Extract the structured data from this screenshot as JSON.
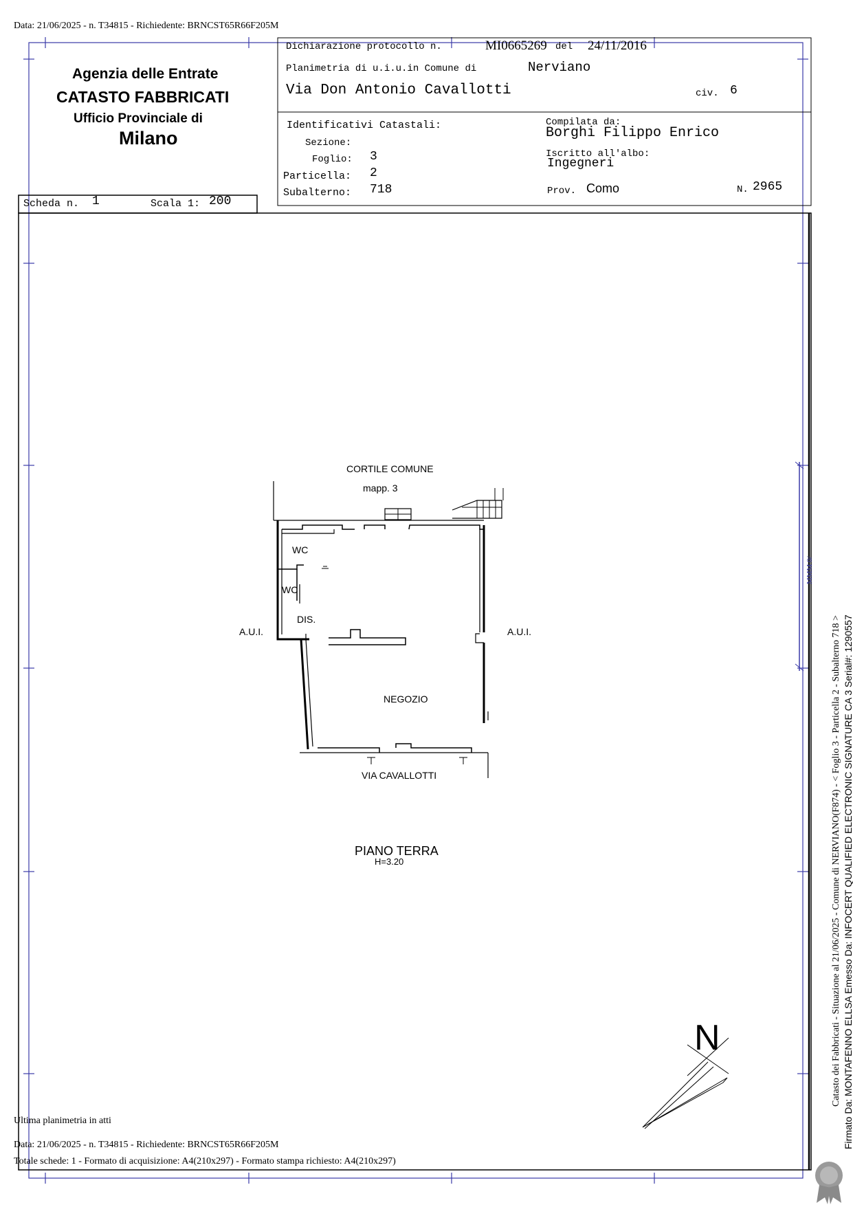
{
  "header_line": "Data: 21/06/2025 - n. T34815 - Richiedente: BRNCST65R66F205M",
  "agency": {
    "line1": "Agenzia delle Entrate",
    "line2": "CATASTO FABBRICATI",
    "line3": "Ufficio Provinciale di",
    "line4": "Milano"
  },
  "declaration": {
    "label": "Dichiarazione protocollo n.",
    "protocol": "MI0665269",
    "del_label": "del",
    "date": "24/11/2016",
    "planimetry_label": "Planimetria di u.i.u.in Comune di",
    "comune": "Nerviano",
    "address": "Via Don Antonio Cavallotti",
    "civ_label": "civ.",
    "civ": "6"
  },
  "identifiers": {
    "title": "Identificativi Catastali:",
    "sezione_label": "Sezione:",
    "sezione": "",
    "foglio_label": "Foglio:",
    "foglio": "3",
    "particella_label": "Particella:",
    "particella": "2",
    "subalterno_label": "Subalterno:",
    "subalterno": "718"
  },
  "compiler": {
    "label": "Compilata da:",
    "name": "Borghi Filippo Enrico",
    "albo_label": "Iscritto all'albo:",
    "albo": "Ingegneri",
    "prov_label": "Prov.",
    "prov": "Como",
    "n_label": "N.",
    "n": "2965"
  },
  "scheda": {
    "label": "Scheda n.",
    "value": "1",
    "scala_label": "Scala 1:",
    "scala": "200"
  },
  "plan": {
    "cortile": "CORTILE COMUNE",
    "mapp": "mapp. 3",
    "wc1": "WC",
    "wc2": "WC",
    "dis": "DIS.",
    "aui_left": "A.U.I.",
    "aui_right": "A.U.I.",
    "negozio": "NEGOZIO",
    "via": "VIA CAVALLOTTI",
    "piano": "PIANO TERRA",
    "height": "H=3.20",
    "north": "N"
  },
  "side_text": {
    "line1": "Catasto dei Fabbricati - Situazione al 21/06/2025 - Comune di NERVIANO(F874) - <  Foglio 3 - Particella  2 - Subalterno 718 >",
    "line2": "Firmato Da: MONTAFENNO ELLSA Emesso Da: INFOCERT QUALIFIED ELECTRONIC SIGNATURE CA 3 Serial#: 1290557",
    "stamp": "MMM 0/"
  },
  "footer": {
    "ultima": "Ultima planimetria in atti",
    "data_line": "Data: 21/06/2025 - n. T34815 - Richiedente: BRNCST65R66F205M",
    "totale": "Totale schede: 1 - Formato di acquisizione: A4(210x297)  - Formato stampa richiesto: A4(210x297)"
  },
  "colors": {
    "frame_blue": "#3a3aa8",
    "ink": "#000000",
    "seal": "#9a9a9a"
  }
}
